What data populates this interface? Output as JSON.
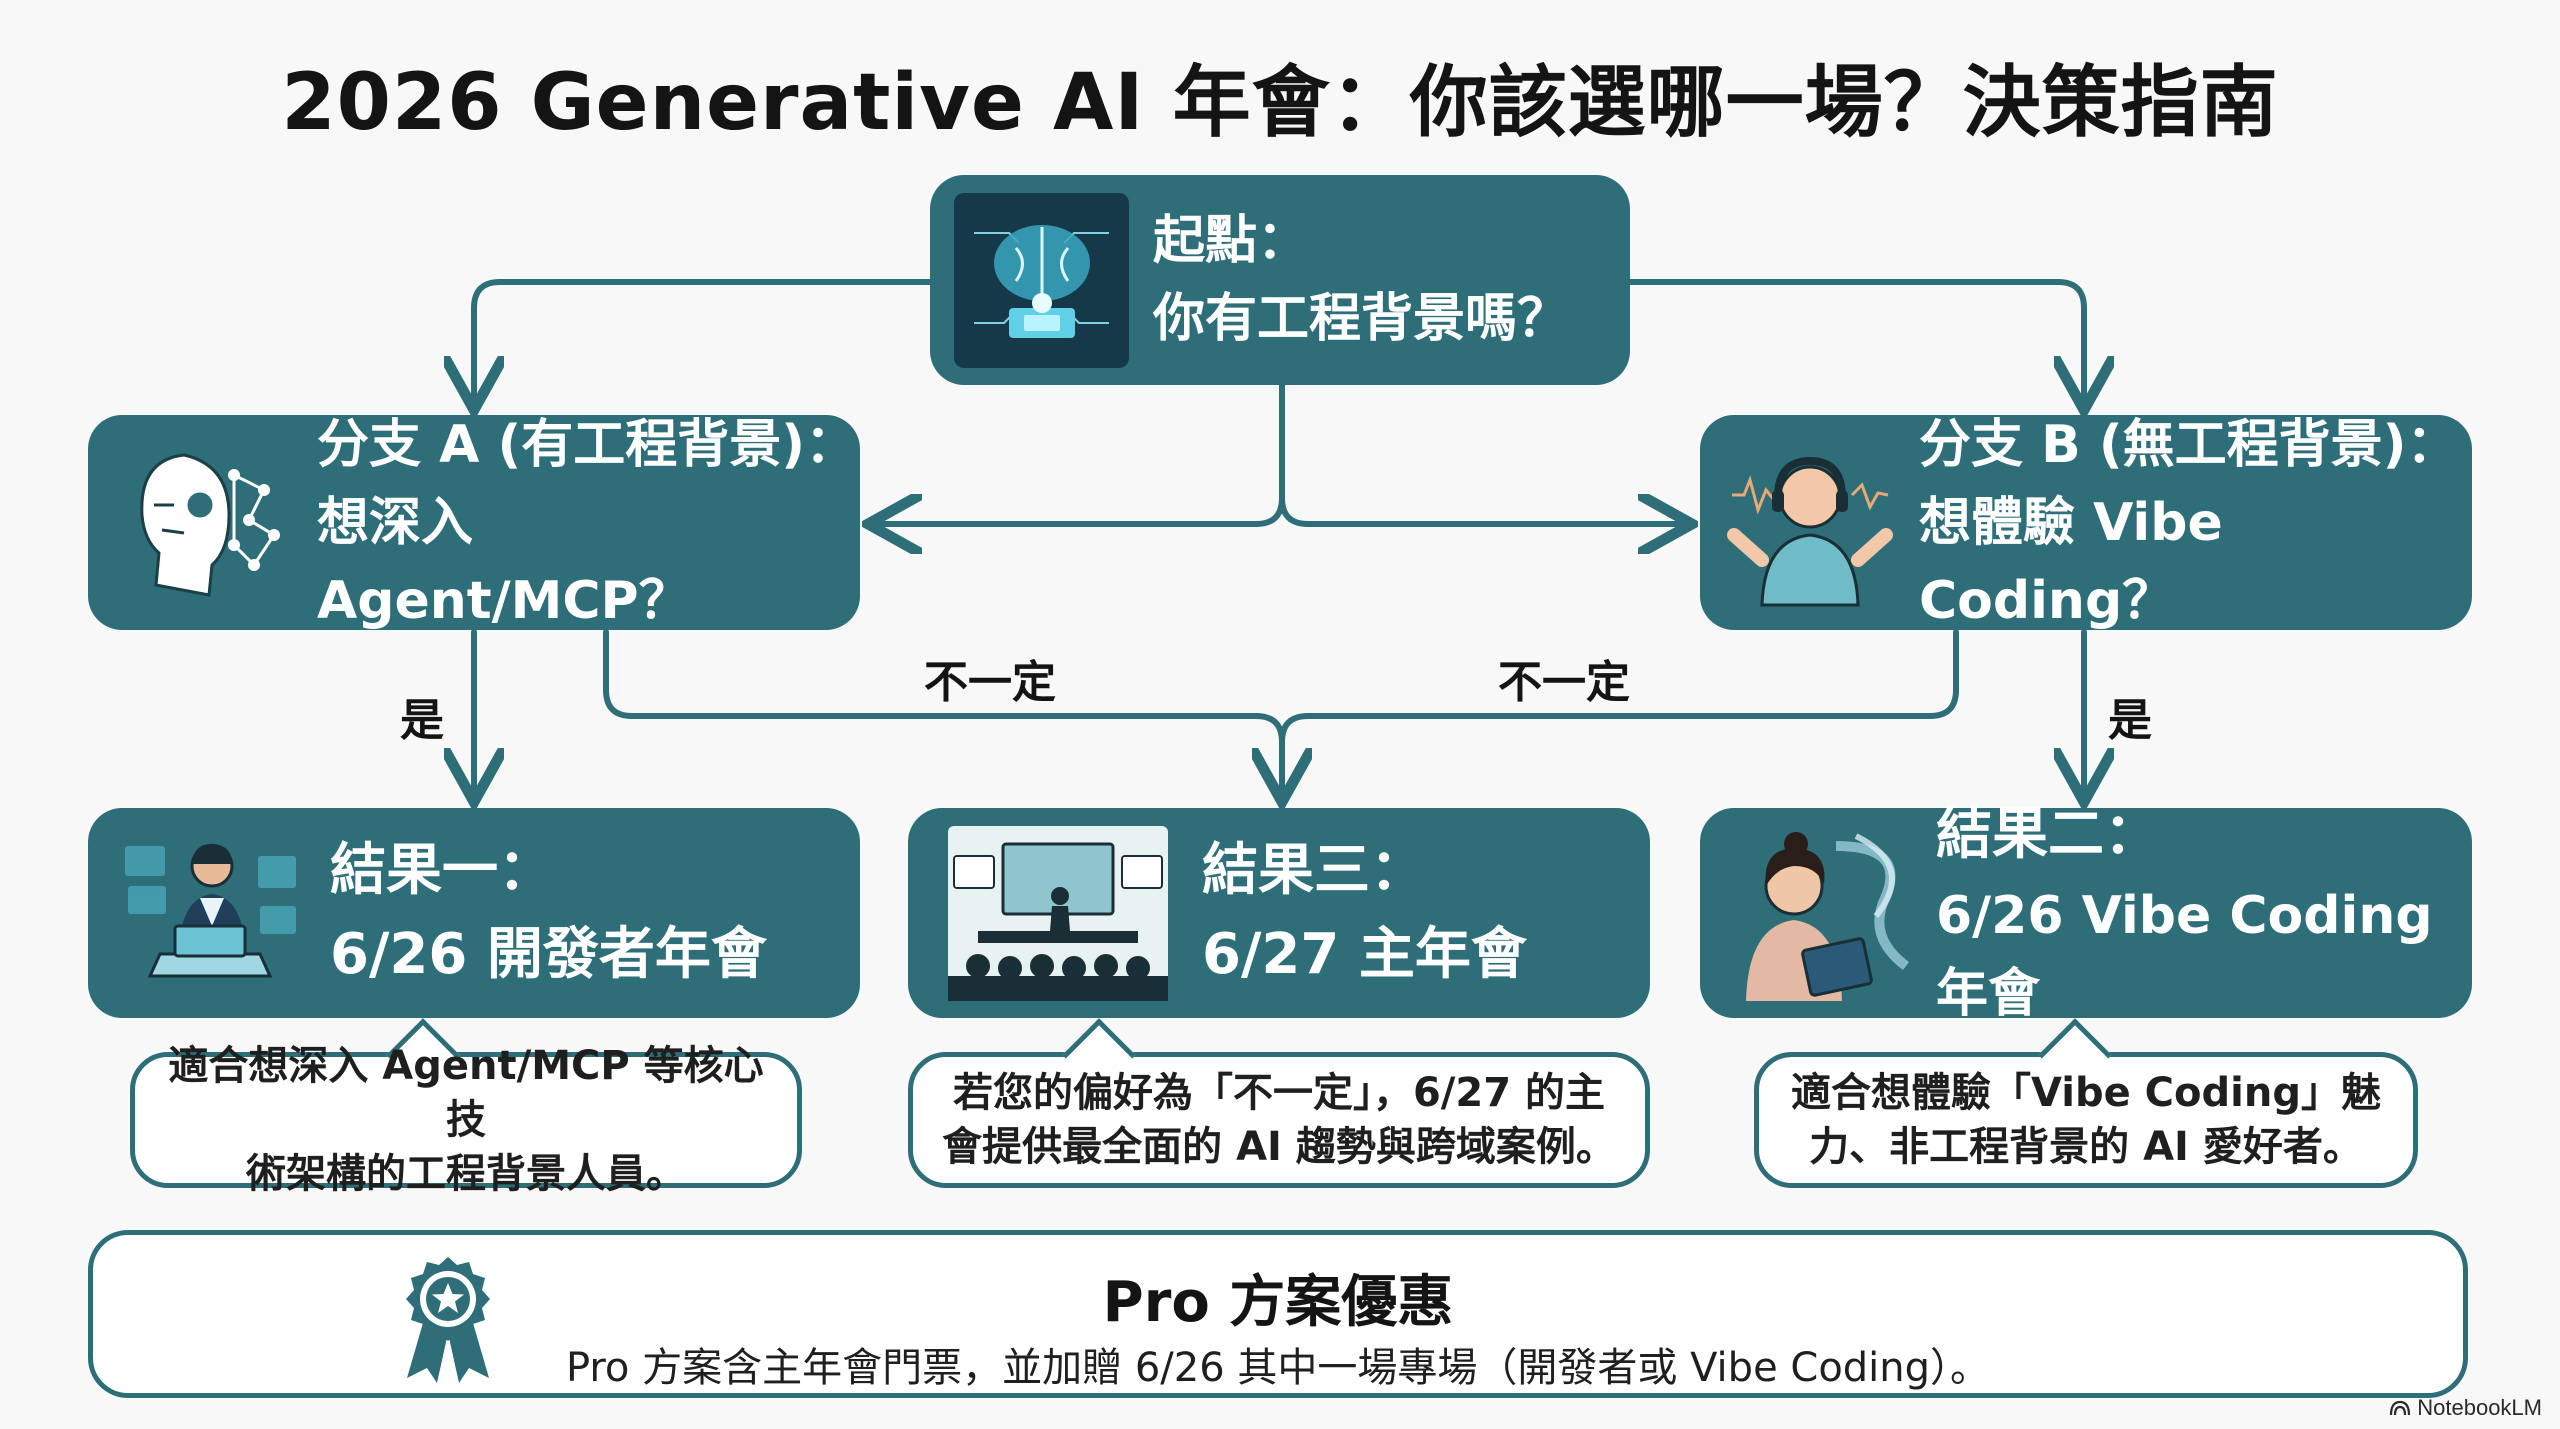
{
  "title": "2026 Generative AI 年會：你該選哪一場？決策指南",
  "colors": {
    "node_fill": "#2e6e79",
    "line": "#2e6e79",
    "text_on_node": "#ffffff",
    "background": "#f7f8f7"
  },
  "start": {
    "line1": "起點：",
    "line2": "你有工程背景嗎？",
    "icon": "ai-brain-chip-icon"
  },
  "branch_a": {
    "line1": "分支 A (有工程背景)：",
    "line2": "想深入 Agent/MCP？",
    "icon": "robot-network-icon"
  },
  "branch_b": {
    "line1": "分支 B (無工程背景)：",
    "line2": "想體驗 Vibe Coding？",
    "icon": "person-headphones-icon"
  },
  "edge_labels": {
    "yes_left": "是",
    "yes_right": "是",
    "maybe_left": "不一定",
    "maybe_right": "不一定"
  },
  "result_1": {
    "line1": "結果一：",
    "line2": "6/26 開發者年會",
    "icon": "developer-laptop-icon",
    "desc_line1": "適合想深入 Agent/MCP 等核心技",
    "desc_line2": "術架構的工程背景人員。"
  },
  "result_3": {
    "line1": "結果三：",
    "line2": "6/27 主年會",
    "icon": "conference-stage-icon",
    "desc_line1": "若您的偏好為「不一定」，6/27 的主",
    "desc_line2": "會提供最全面的 AI 趨勢與跨域案例。"
  },
  "result_2": {
    "line1": "結果二：",
    "line2": "6/26 Vibe Coding 年會",
    "icon": "woman-tablet-icon",
    "desc_line1": "適合想體驗「Vibe Coding」魅",
    "desc_line2": "力、非工程背景的 AI 愛好者。"
  },
  "promo": {
    "title": "Pro 方案優惠",
    "description": "Pro 方案含主年會門票，並加贈 6/26 其中一場專場（開發者或 Vibe Coding）。",
    "icon": "award-ribbon-icon"
  },
  "watermark": "NotebookLM"
}
